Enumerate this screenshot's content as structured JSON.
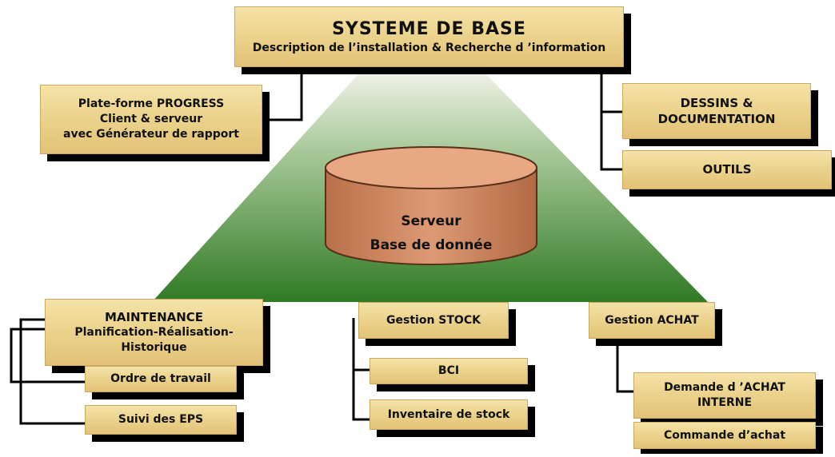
{
  "colors": {
    "box_fill": "#ecd48e",
    "box_shadow": "#000000",
    "triangle_top": "#f3f5ec",
    "triangle_bottom": "#2f7a24",
    "cylinder": "#d08a63",
    "connector": "#000000"
  },
  "systeme": {
    "title": "SYSTEME DE BASE",
    "subtitle": "Description de l’installation & Recherche d ’information"
  },
  "plateforme": {
    "lines": [
      "Plate-forme PROGRESS",
      "Client & serveur",
      "avec Générateur de rapport"
    ]
  },
  "dessins": {
    "lines": [
      "DESSINS &",
      "DOCUMENTATION"
    ]
  },
  "outils": {
    "label": "OUTILS"
  },
  "server": {
    "line1": "Serveur",
    "line2": "Base de donnée",
    "icon": "database-cylinder-icon"
  },
  "maintenance": {
    "lines": [
      "MAINTENANCE",
      "Planification-Réalisation-",
      "Historique"
    ],
    "ordre": "Ordre de travail",
    "suivi": "Suivi des EPS"
  },
  "stock": {
    "title": "Gestion STOCK",
    "bci": "BCI",
    "inventaire": "Inventaire de stock"
  },
  "achat": {
    "title": "Gestion ACHAT",
    "demande": [
      "Demande d ’ACHAT",
      "INTERNE"
    ],
    "commande": "Commande d’achat"
  }
}
